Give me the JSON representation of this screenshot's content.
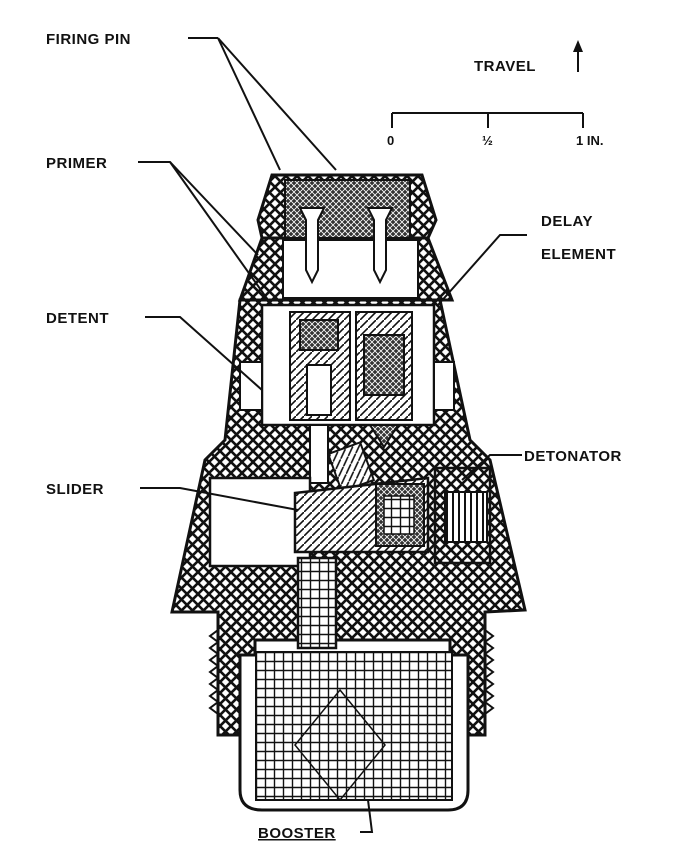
{
  "diagram": {
    "labels": {
      "firing_pin": "FIRING PIN",
      "primer": "PRIMER",
      "detent": "DETENT",
      "slider": "SLIDER",
      "delay_element_line1": "DELAY",
      "delay_element_line2": "ELEMENT",
      "detonator": "DETONATOR",
      "booster": "BOOSTER"
    },
    "travel": {
      "label": "TRAVEL",
      "scale_start": "0",
      "scale_mid": "½",
      "scale_end": "1 IN."
    }
  }
}
